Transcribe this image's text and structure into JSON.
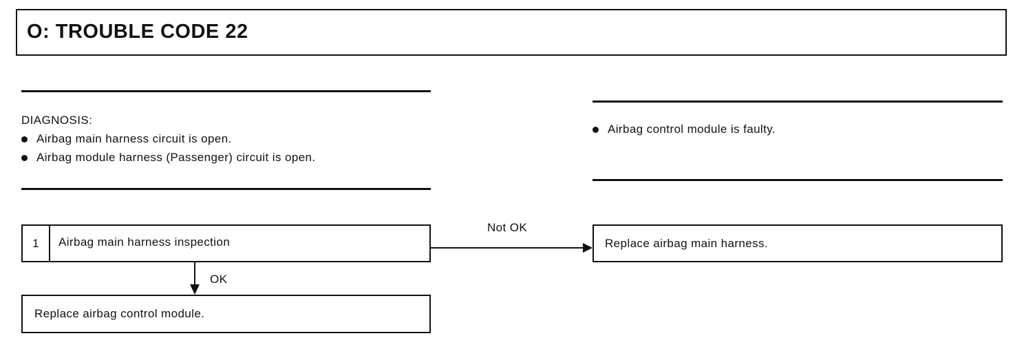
{
  "header": {
    "title": "O:  TROUBLE CODE 22"
  },
  "diagnosis_left": {
    "heading": "DIAGNOSIS:",
    "items": [
      "Airbag main harness circuit is open.",
      "Airbag module harness (Passenger) circuit is open."
    ]
  },
  "diagnosis_right": {
    "items": [
      "Airbag control module is faulty."
    ]
  },
  "flow": {
    "step": {
      "number": "1",
      "label": "Airbag main harness inspection"
    },
    "not_ok_label": "Not OK",
    "ok_label": "OK",
    "not_ok_result": "Replace airbag main harness.",
    "ok_result": "Replace airbag control module."
  }
}
